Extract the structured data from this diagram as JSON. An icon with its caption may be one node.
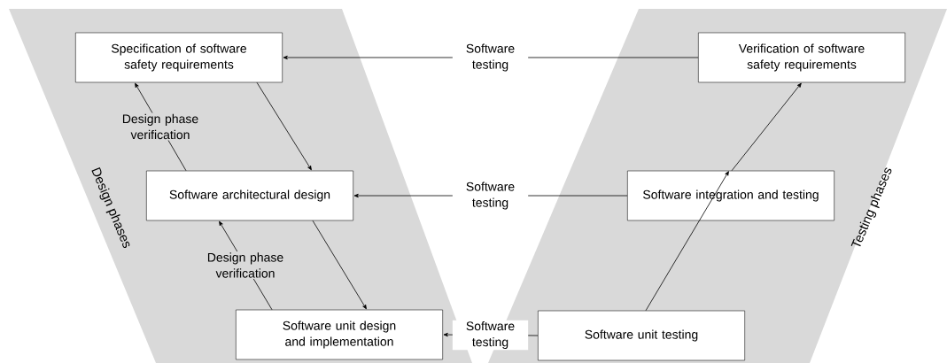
{
  "diagram": {
    "nodes": [
      {
        "text": [
          "Specification of software safety requirements"
        ]
      },
      {
        "text": [
          "Verification of software safety requirements"
        ]
      },
      {
        "text": [
          "Software architectural design"
        ]
      },
      {
        "text": [
          "Software integration and testing"
        ]
      },
      {
        "text": [
          "Software unit design and implementation"
        ]
      },
      {
        "text": [
          "Software unit testing"
        ]
      }
    ],
    "edges": [
      {
        "from": 0,
        "to": 2,
        "arrow": "to"
      },
      {
        "from": 2,
        "to": 4,
        "arrow": "to"
      },
      {
        "from": 5,
        "to": 3,
        "arrow": "to"
      },
      {
        "from": 3,
        "to": 1,
        "arrow": "to"
      },
      {
        "from": 1,
        "to": 0,
        "arrow": "to",
        "label": "Software testing"
      },
      {
        "from": 3,
        "to": 2,
        "arrow": "to",
        "label": "Software testing"
      },
      {
        "from": 5,
        "to": 4,
        "arrow": "to",
        "label": "Software testing"
      },
      {
        "from": 2,
        "to": 0,
        "arrow": "to",
        "label": "Design phase verification"
      },
      {
        "from": 4,
        "to": 2,
        "arrow": "to",
        "label": "Design phase verification"
      }
    ],
    "labels": [
      "Design phases",
      "Testing phases"
    ]
  }
}
